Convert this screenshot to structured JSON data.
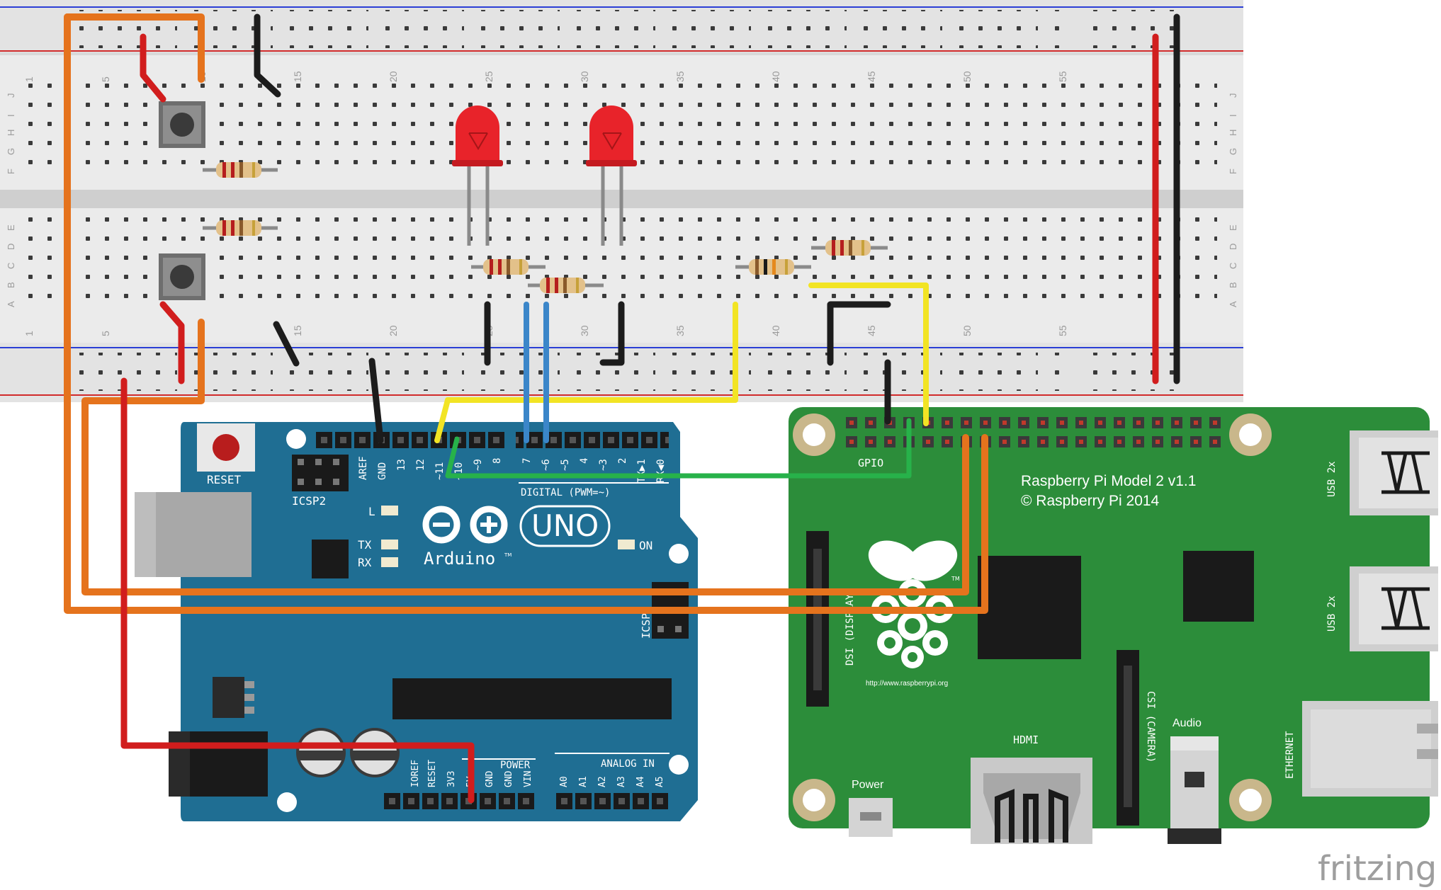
{
  "breadboard": {
    "top_col_numbers": [
      "1",
      "5",
      "10",
      "15",
      "20",
      "25",
      "30",
      "35",
      "40",
      "45",
      "50",
      "55"
    ],
    "bottom_col_numbers": [
      "1",
      "5",
      "15",
      "20",
      "25",
      "30",
      "35",
      "40",
      "45",
      "50",
      "55"
    ],
    "row_letters_top": [
      "J",
      "I",
      "H",
      "G",
      "F"
    ],
    "row_letters_bottom": [
      "E",
      "D",
      "C",
      "B",
      "A"
    ]
  },
  "arduino": {
    "reset_label": "RESET",
    "icsp2_label": "ICSP2",
    "icsp_label": "ICSP",
    "led_l": "L",
    "led_tx": "TX",
    "led_rx": "RX",
    "led_on": "ON",
    "brand_uno": "UNO",
    "brand_arduino": "Arduino",
    "tm": "TM",
    "digital_label": "DIGITAL (PWM=~)",
    "power_label": "POWER",
    "analog_label": "ANALOG IN",
    "digital_pins": [
      "AREF",
      "GND",
      "13",
      "12",
      "~11",
      "~10",
      "~9",
      "8",
      "7",
      "~6",
      "~5",
      "4",
      "~3",
      "2",
      "TX▶1",
      "RX◀0"
    ],
    "power_pins": [
      "IOREF",
      "RESET",
      "3V3",
      "5V",
      "GND",
      "GND",
      "VIN"
    ],
    "analog_pins": [
      "A0",
      "A1",
      "A2",
      "A3",
      "A4",
      "A5"
    ]
  },
  "pi": {
    "title": "Raspberry Pi Model 2 v1.1",
    "copyright": "© Raspberry Pi 2014",
    "gpio_label": "GPIO",
    "dsi_label": "DSI (DISPLAY)",
    "csi_label": "CSI (CAMERA)",
    "hdmi_label": "HDMI",
    "audio_label": "Audio",
    "power_label": "Power",
    "usb1_label": "USB 2x",
    "usb2_label": "USB 2x",
    "ethernet_label": "ETHERNET",
    "url": "http://www.raspberrypi.org",
    "tm": "TM"
  },
  "watermark": "fritzing",
  "colors": {
    "arduino_blue": "#1f6e93",
    "pi_green": "#2c8d3a",
    "wire_orange": "#e5731d",
    "wire_red": "#d11d1d",
    "wire_black": "#1c1c1c",
    "wire_yellow": "#f2e424",
    "wire_blue": "#3b86c9",
    "wire_green": "#27b24a",
    "led_red": "#e8232a"
  }
}
